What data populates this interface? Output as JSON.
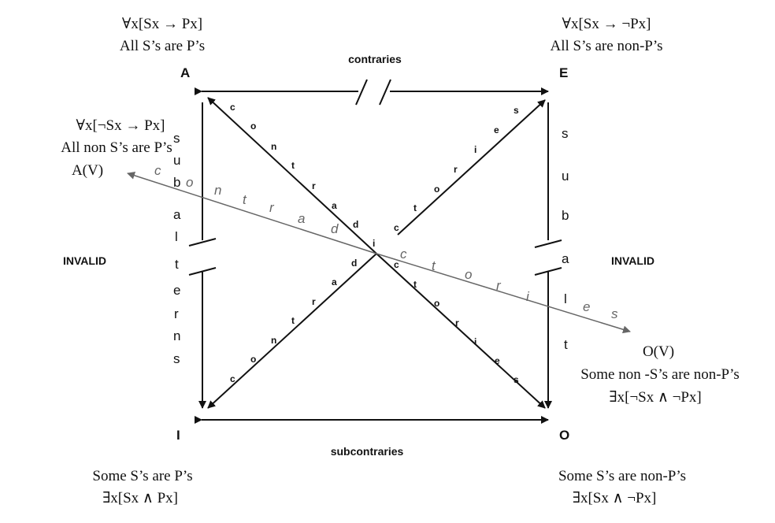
{
  "corners": {
    "A": {
      "label": "A",
      "formula": "∀x[Sx → Px]",
      "sentence": "All S’s are P’s"
    },
    "E": {
      "label": "E",
      "formula": "∀x[Sx → ¬Px]",
      "sentence": "All S’s are non-P’s"
    },
    "I": {
      "label": "I",
      "formula": "∃x[Sx ∧ Px]",
      "sentence": "Some S’s are P’s"
    },
    "O": {
      "label": "O",
      "formula": "∃x[Sx ∧ ¬Px]",
      "sentence": "Some S’s are non-P’s"
    }
  },
  "extra": {
    "AV": {
      "label": "A(V)",
      "formula": "∀x[¬Sx → Px]",
      "sentence": "All non S’s are P’s"
    },
    "OV": {
      "label": "O(V)",
      "formula": "∃x[¬Sx ∧ ¬Px]",
      "sentence": "Some non -S’s are non-P’s"
    }
  },
  "relations": {
    "contraries": "contraries",
    "subcontraries": "subcontraries",
    "subalterns": "subalterns",
    "contradictories": "contradictories",
    "invalid_left": "INVALID",
    "invalid_right": "INVALID"
  }
}
